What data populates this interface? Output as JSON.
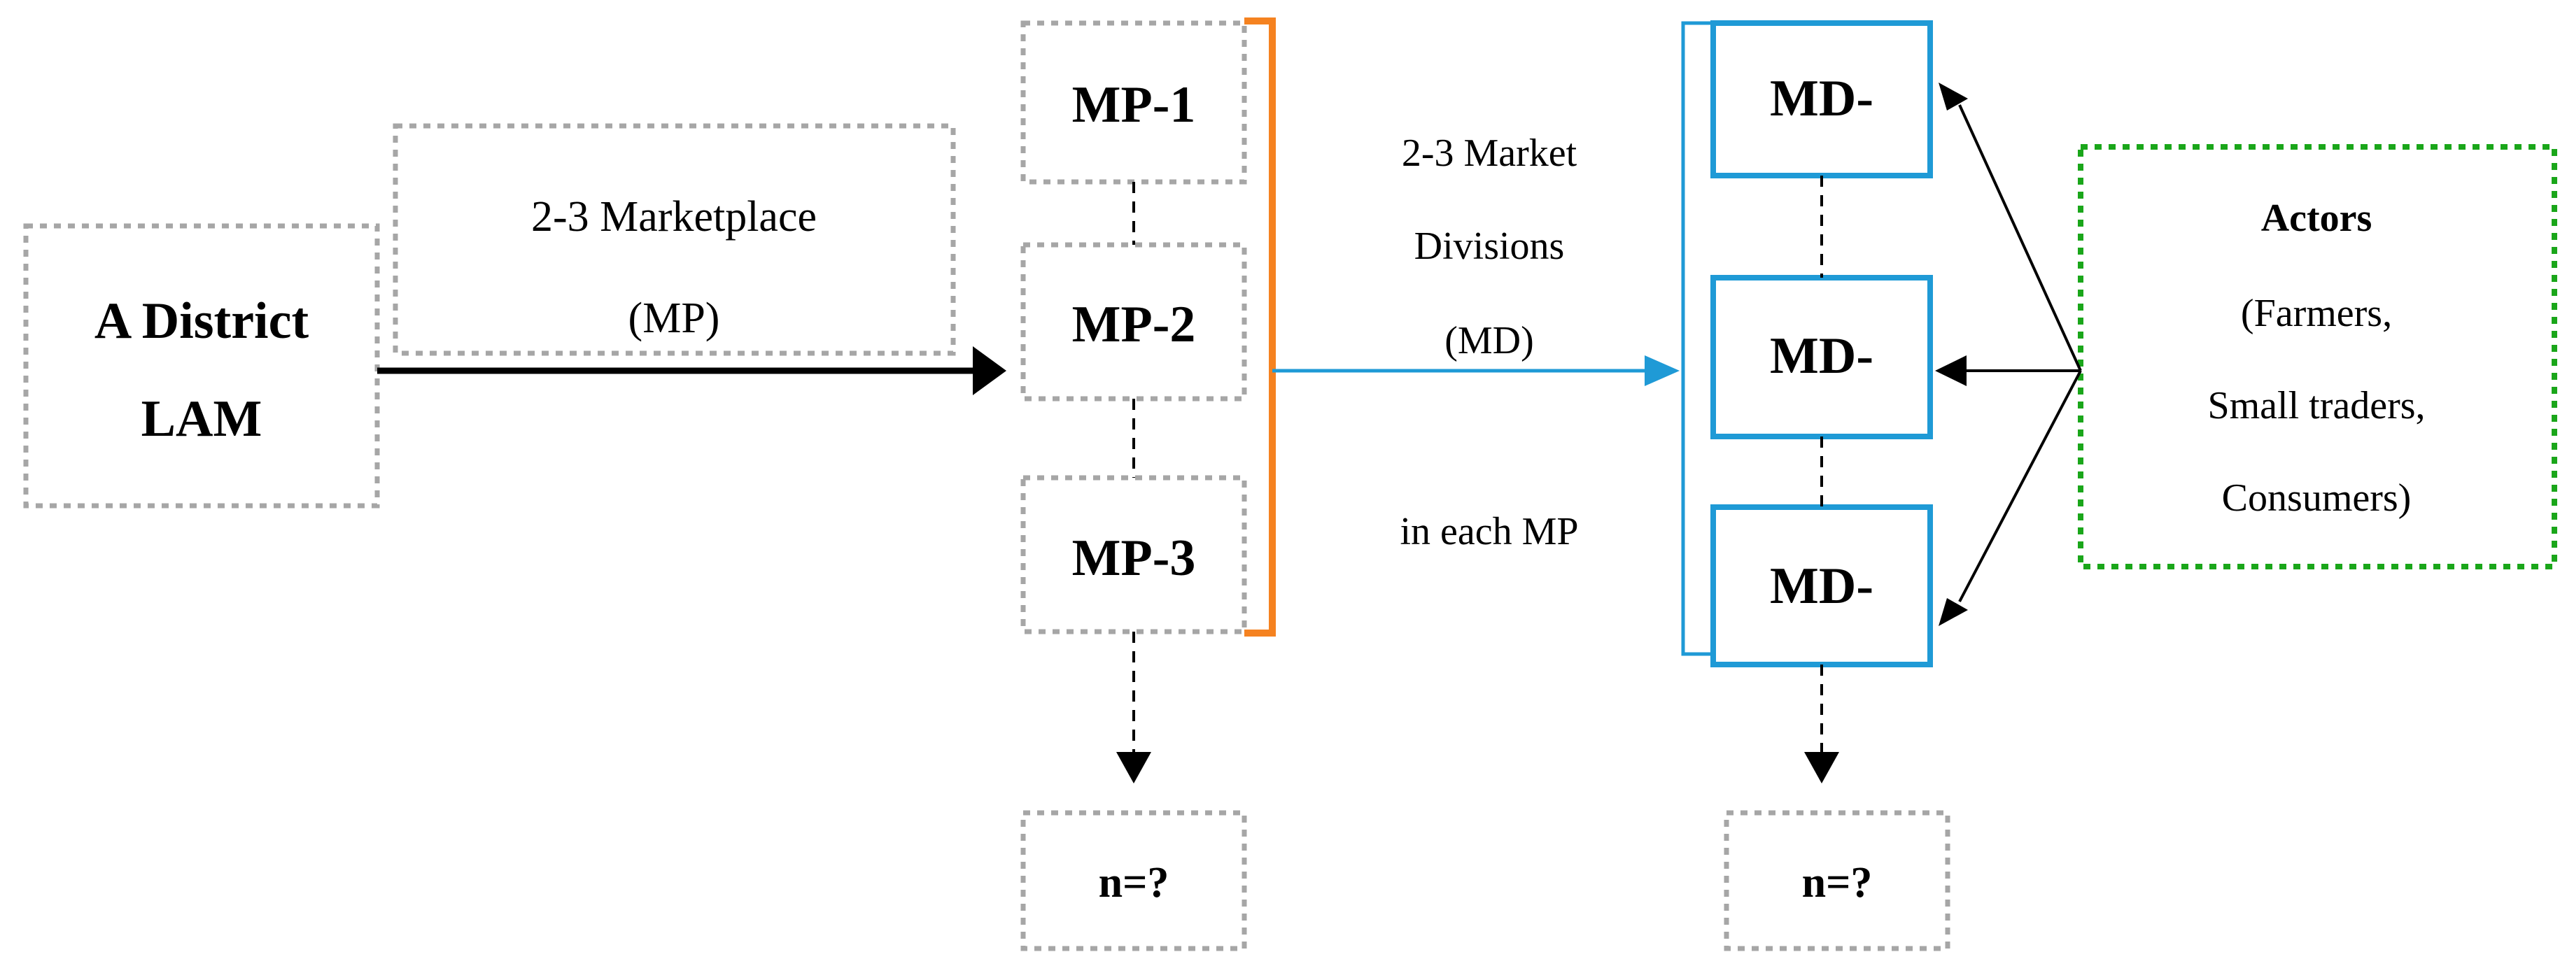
{
  "colors": {
    "grey_box": "#a6a6a6",
    "green_box": "#1aa61a",
    "blue_box": "#1f9ad6",
    "orange_bracket": "#f58220",
    "arrow": "#000000"
  },
  "nodes": {
    "district": {
      "line1": "A District",
      "line2": "LAM"
    },
    "marketplace_label": {
      "line1": "2-3 Marketplace",
      "line2": "(MP)"
    },
    "mp1": "MP-1",
    "mp2": "MP-2",
    "mp3": "MP-3",
    "mp_more": "n=?",
    "md_label": {
      "line1": "2-3 Market",
      "line2": "Divisions",
      "line3": "(MD)",
      "line4": "in each MP"
    },
    "md1": "MD-",
    "md2": "MD-",
    "md3": "MD-",
    "md_more": "n=?",
    "actors": {
      "title": "Actors",
      "line1": "(Farmers,",
      "line2": "Small traders,",
      "line3": "Consumers)"
    }
  }
}
